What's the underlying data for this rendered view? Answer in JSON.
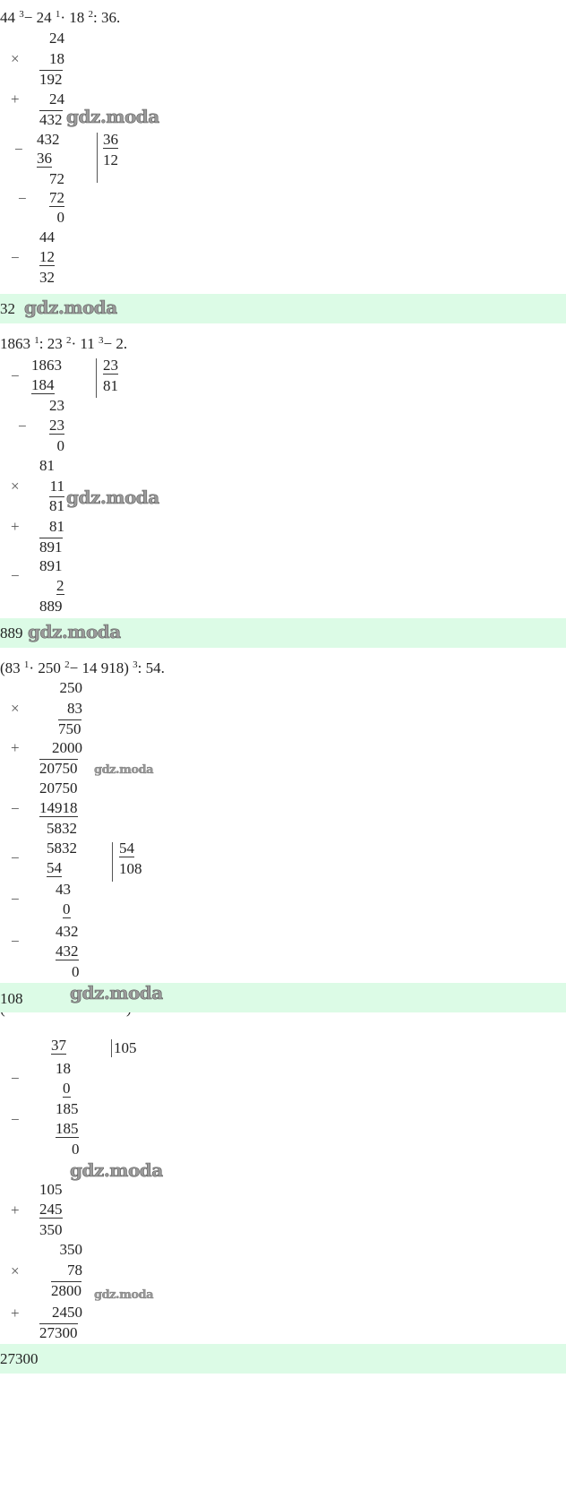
{
  "watermark": "gdz.moda",
  "p1": {
    "expr": [
      "44",
      "−",
      "24",
      "·",
      "18",
      ":",
      "36."
    ],
    "order": [
      "3",
      "1",
      "2"
    ],
    "n": [
      "24",
      "×",
      "18",
      "192",
      "+",
      "24",
      "432",
      "−",
      "432",
      "36",
      "36",
      "12",
      "72",
      "−",
      "72",
      "0",
      "44",
      "−",
      "12",
      "32"
    ],
    "answer": "32"
  },
  "p2": {
    "expr": [
      "1863",
      ":",
      "23",
      "·",
      "11",
      "−",
      "2."
    ],
    "order": [
      "1",
      "2",
      "3"
    ],
    "n": [
      "−",
      "1863",
      "184",
      "23",
      "81",
      "23",
      "−",
      "23",
      "0",
      "81",
      "×",
      "11",
      "81",
      "+",
      "81",
      "891",
      "−",
      "891",
      "2",
      "889"
    ],
    "answer": "889"
  },
  "p3": {
    "expr": [
      "(83",
      "·",
      "250",
      "−",
      "14 918)",
      ":",
      "54."
    ],
    "order": [
      "1",
      "2",
      "3"
    ],
    "n": [
      "250",
      "×",
      "83",
      "750",
      "+",
      "2000",
      "20750",
      "20750",
      "−",
      "14918",
      "5832",
      "−",
      "5832",
      "54",
      "54",
      "108",
      "−",
      "43",
      "0",
      "−",
      "432",
      "432",
      "0"
    ],
    "answer": "108"
  },
  "p4": {
    "cut_left": "(",
    "cut_right": ")",
    "n": [
      "37",
      "105",
      "−",
      "18",
      "0",
      "−",
      "185",
      "185",
      "0",
      "105",
      "+",
      "245",
      "350",
      "350",
      "×",
      "78",
      "2800",
      "+",
      "2450",
      "27300"
    ],
    "answer": "27300"
  }
}
